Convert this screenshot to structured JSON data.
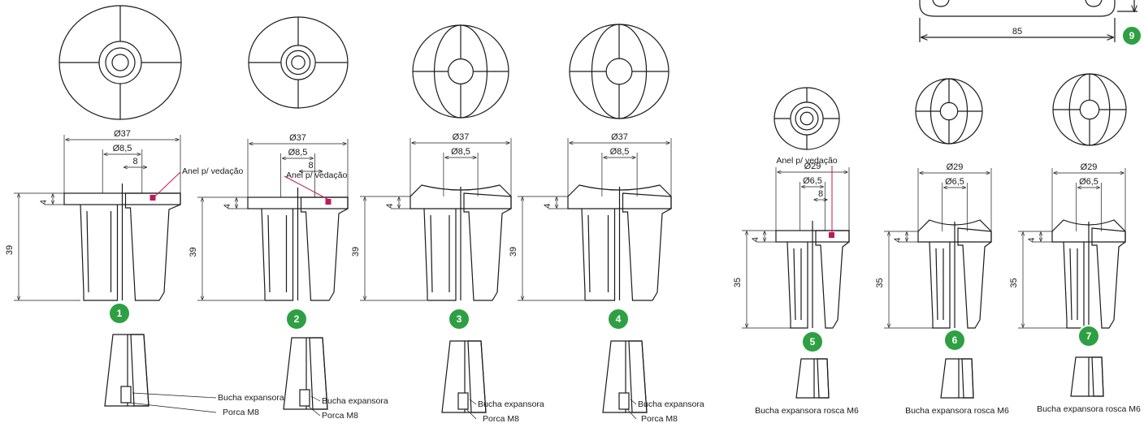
{
  "colors": {
    "badge": "#2ea043",
    "seal": "#c2185b",
    "line": "#1a1a1a"
  },
  "items": [
    {
      "num": "1",
      "dia": "Ø37",
      "bore": "Ø8,5",
      "step": "8",
      "lip": "4",
      "height": "39",
      "seal_label": "Anel p/ vedação",
      "part1": "Bucha expansora",
      "part2": "Porca M8"
    },
    {
      "num": "2",
      "dia": "Ø37",
      "bore": "Ø8,5",
      "step": "8",
      "lip": "4",
      "height": "39",
      "seal_label": "Anel p/ vedação",
      "part1": "Bucha expansora",
      "part2": "Porca M8"
    },
    {
      "num": "3",
      "dia": "Ø37",
      "bore": "Ø8,5",
      "lip": "4",
      "height": "39",
      "part1": "Bucha expansora",
      "part2": "Porca M8"
    },
    {
      "num": "4",
      "dia": "Ø37",
      "bore": "Ø8,5",
      "lip": "4",
      "height": "39",
      "part1": "Bucha expansora",
      "part2": "Porca M8"
    },
    {
      "num": "5",
      "dia": "Ø29",
      "bore": "Ø6,5",
      "step": "8",
      "lip": "4",
      "height": "35",
      "seal_label": "Anel p/ vedação",
      "part1": "Bucha expansora rosca M6"
    },
    {
      "num": "6",
      "dia": "Ø29",
      "bore": "Ø6,5",
      "lip": "4",
      "height": "35",
      "part1": "Bucha expansora rosca M6"
    },
    {
      "num": "7",
      "dia": "Ø29",
      "bore": "Ø6,5",
      "lip": "4",
      "height": "35",
      "part1": "Bucha expansora rosca M6"
    }
  ],
  "plate": {
    "num": "9",
    "length": "85"
  }
}
